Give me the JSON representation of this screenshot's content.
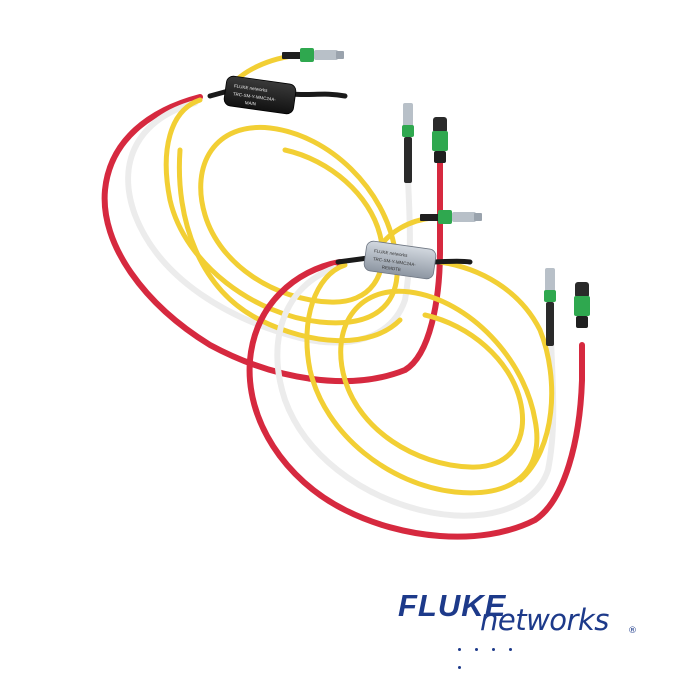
{
  "brand": {
    "wordmark": "FLUKE",
    "subword": "networks",
    "registered": "®"
  },
  "cords": [
    {
      "label_brand": "FLUKE networks",
      "label_model": "TRC-SM-Y-MMC24A-",
      "label_role": "MAIN",
      "body_color": "#1c1c1c"
    },
    {
      "label_brand": "FLUKE networks",
      "label_model": "TRC-SM-Y-MMC24A-",
      "label_role": "REMOTE",
      "body_color": "#a9b1bd"
    }
  ],
  "colors": {
    "yellow_fiber": "#f2cf34",
    "red_fiber": "#d6293f",
    "white_fiber": "#f1f1ee",
    "connector_green": "#2fa84f",
    "connector_grey": "#b8c0c8",
    "brand_blue": "#1d3a8a"
  }
}
